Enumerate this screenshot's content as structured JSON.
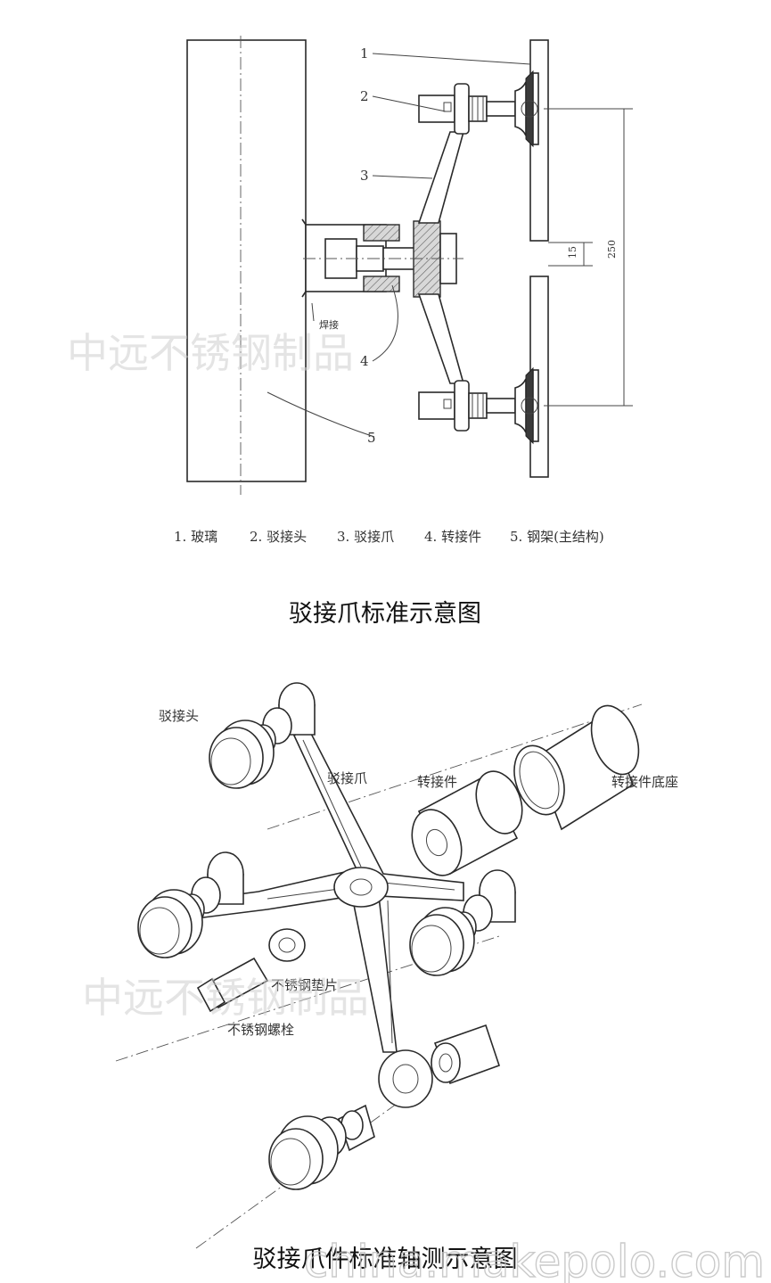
{
  "top_diagram": {
    "callouts": [
      "1",
      "2",
      "3",
      "4",
      "5"
    ],
    "weld_label": "焊接",
    "dim_250": "250",
    "dim_15": "15",
    "legend": [
      "1. 玻璃",
      "2. 驳接头",
      "3. 驳接爪",
      "4. 转接件",
      "5. 钢架(主结构)"
    ],
    "title": "驳接爪标准示意图",
    "watermark": "中远不锈钢制品"
  },
  "bottom_diagram": {
    "labels": {
      "connector_head": "驳接头",
      "claw": "驳接爪",
      "adapter": "转接件",
      "adapter_base": "转接件底座",
      "washer": "不锈钢垫片",
      "bolt": "不锈钢螺栓"
    },
    "title": "驳接爪件标准轴测示意图",
    "watermark": "中远不锈钢制品",
    "site_watermark": "china.makepolo.com"
  }
}
